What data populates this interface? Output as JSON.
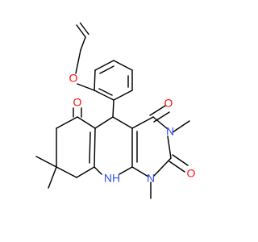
{
  "molecule": {
    "colors": {
      "bond": "#000000",
      "carbon": "#000000",
      "oxygen": "#ff0d0d",
      "nitrogen": "#3050f8",
      "background": "#ffffff"
    },
    "atoms": {
      "o_ether": "O",
      "o_ketone": "O",
      "o_c4": "O",
      "o_c2": "O",
      "n3": "N",
      "n1": "N",
      "nh": "NH"
    }
  }
}
